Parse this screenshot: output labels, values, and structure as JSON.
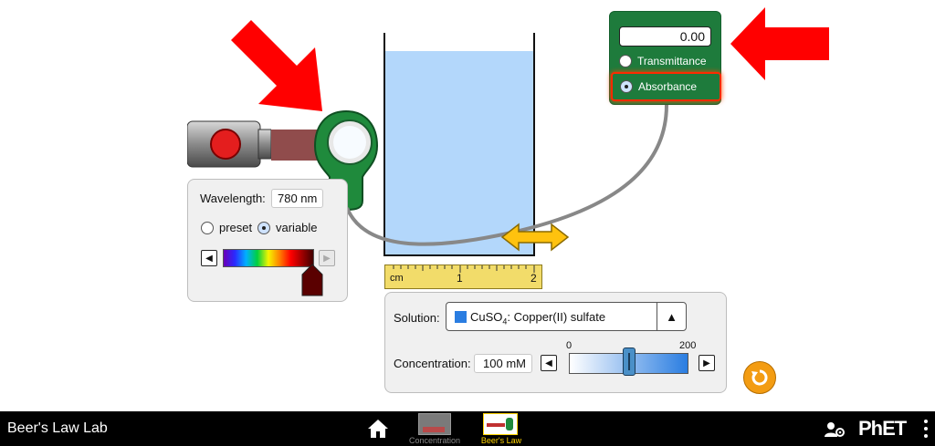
{
  "meter": {
    "value": "0.00",
    "options": [
      "Transmittance",
      "Absorbance"
    ],
    "selected": "Absorbance"
  },
  "wavelength": {
    "label": "Wavelength:",
    "value": "780 nm",
    "mode_options": [
      "preset",
      "variable"
    ],
    "selected_mode": "variable"
  },
  "ruler": {
    "unit": "cm",
    "ticks": [
      "1",
      "2"
    ]
  },
  "solution": {
    "label": "Solution:",
    "selected_formula": "CuSO",
    "selected_subscript": "4",
    "selected_name": ": Copper(II) sulfate",
    "swatch_color": "#2a7de1"
  },
  "concentration": {
    "label": "Concentration:",
    "value": "100 mM",
    "slider_min": "0",
    "slider_max": "200",
    "level": 0.5
  },
  "navbar": {
    "title": "Beer's Law Lab",
    "screens": [
      "Concentration",
      "Beer's Law"
    ],
    "active_screen": "Beer's Law",
    "brand": "PhET"
  },
  "colors": {
    "highlight_arrow": "#ff0000",
    "meter_green": "#1e7b3c",
    "detector_green": "#1f8a3c",
    "solution_fill": "#b3d7fb",
    "active_tab": "#ffd400",
    "reset_orange": "#f39c12"
  }
}
